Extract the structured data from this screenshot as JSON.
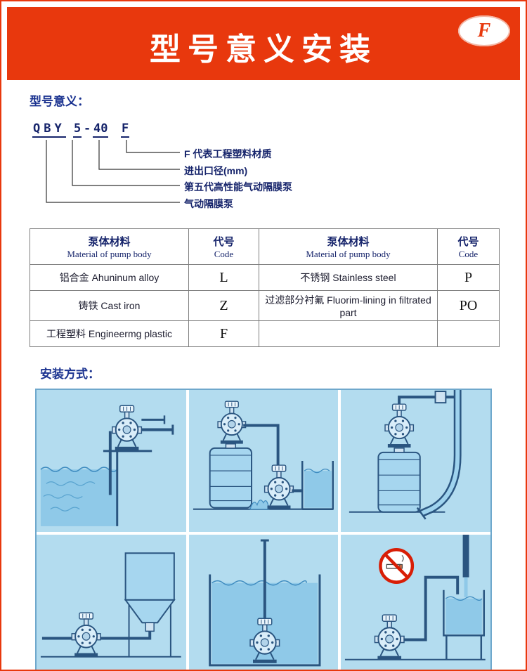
{
  "header": {
    "title": "型号意义安装",
    "logo_letter": "F"
  },
  "model": {
    "section_title": "型号意义：",
    "code": {
      "series": "QBY",
      "generation": "5",
      "dash": "-",
      "diameter": "40",
      "material": "F"
    },
    "labels": [
      {
        "text": "F 代表工程塑料材质"
      },
      {
        "text": "进出口径(mm)"
      },
      {
        "text": "第五代高性能气动隔膜泵"
      },
      {
        "text": "气动隔膜泵"
      }
    ]
  },
  "materials_table": {
    "headers": [
      {
        "zh": "泵体材料",
        "en": "Material of pump body"
      },
      {
        "zh": "代号",
        "en": "Code"
      },
      {
        "zh": "泵体材料",
        "en": "Material of pump body"
      },
      {
        "zh": "代号",
        "en": "Code"
      }
    ],
    "rows": [
      {
        "c0": "铝合金 Ahuninum alloy",
        "c1": "L",
        "c2": "不锈钢 Stainless steel",
        "c3": "P"
      },
      {
        "c0": "铸铁 Cast iron",
        "c1": "Z",
        "c2": "过滤部分衬氟 Fluorim-lining in filtrated part",
        "c3": "PO"
      },
      {
        "c0": "工程塑料 Engineermg plastic",
        "c1": "F",
        "c2": "",
        "c3": ""
      }
    ]
  },
  "installation": {
    "section_title": "安装方式："
  },
  "colors": {
    "brand_red": "#e8380d",
    "navy": "#16246b",
    "cell_blue": "#b3dcef"
  }
}
